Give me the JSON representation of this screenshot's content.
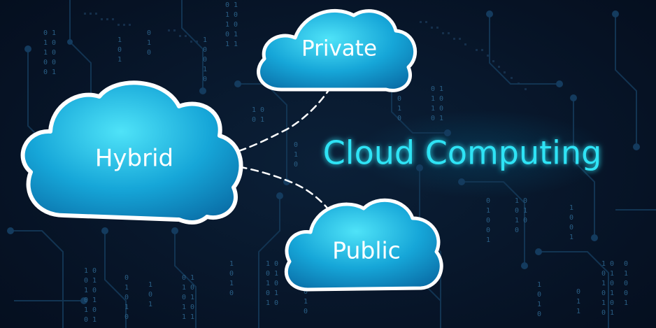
{
  "headline": "Cloud Computing",
  "clouds": {
    "hybrid": "Hybrid",
    "private": "Private",
    "public": "Public"
  },
  "colors": {
    "background": "#071427",
    "cloud_fill_light": "#3fd6f2",
    "cloud_fill_dark": "#0a7fb8",
    "cloud_outline": "#ffffff",
    "headline": "#2fe3f5",
    "circuit": "#123452"
  }
}
